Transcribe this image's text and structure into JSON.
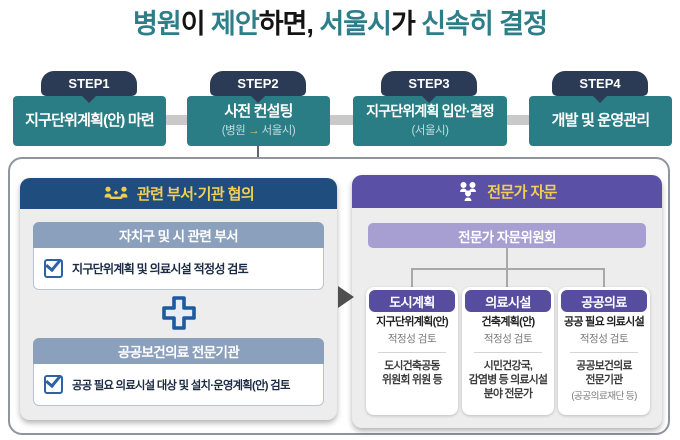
{
  "colors": {
    "title_accent": "#2E7E8A",
    "step_box_teal": "#2A7D84",
    "step_tab_navy": "#2B3A55",
    "left_header_blue": "#1F4E7E",
    "right_header_purple": "#5A50A5",
    "header_text_gold": "#F3CE55",
    "subheader_blue_gray": "#8BA0BC",
    "committee_light_purple": "#A79ED2",
    "column_header_purple": "#564D9E",
    "checkbox_blue": "#2B62A8",
    "arrow_gold": "#EFC94C"
  },
  "title": {
    "segments": [
      {
        "text": "병원"
      },
      {
        "text": "이 "
      },
      {
        "text": "제안"
      },
      {
        "text": "하면, "
      },
      {
        "text": "서울시"
      },
      {
        "text": "가 "
      },
      {
        "text": "신속히 결정"
      }
    ]
  },
  "steps": [
    {
      "tab": "STEP1",
      "title": "지구단위계획(안) 마련"
    },
    {
      "tab": "STEP2",
      "title": "사전 컨설팅",
      "subtitle_prefix": "(병원 ",
      "subtitle_arrow": "→",
      "subtitle_suffix": " 서울시)"
    },
    {
      "tab": "STEP3",
      "title": "지구단위계획 입안·결정",
      "subtitle": "(서울시)"
    },
    {
      "tab": "STEP4",
      "title": "개발 및 운영관리"
    }
  ],
  "left_panel": {
    "header": "관련 부서·기관 협의",
    "icon": "meeting-consultation-icon",
    "boxes": [
      {
        "header": "자치구 및 시 관련 부서",
        "item": "지구단위계획 및 의료시설 적정성 검토"
      },
      {
        "header": "공공보건의료 전문기관",
        "item": "공공 필요 의료시설 대상 및 설치·운영계획(안) 검토"
      }
    ],
    "plus_icon": "plus-connector"
  },
  "right_panel": {
    "header": "전문가 자문",
    "icon": "experts-group-icon",
    "committee": "전문가 자문위원회",
    "columns": [
      {
        "header": "도시계획",
        "top_bold": "지구단위계획(안)",
        "top_sub": "적정성 검토",
        "bottom": "도시건축공동\n위원회 위원 등",
        "note": ""
      },
      {
        "header": "의료시설",
        "top_bold": "건축계획(안)",
        "top_sub": "적정성 검토",
        "bottom": "시민건강국,\n감염병 등 의료시설\n분야 전문가",
        "note": ""
      },
      {
        "header": "공공의료",
        "top_bold": "공공 필요 의료시설",
        "top_sub": "적정성 검토",
        "bottom": "공공보건의료\n전문기관",
        "note": "(공공의료재단 등)"
      }
    ]
  }
}
